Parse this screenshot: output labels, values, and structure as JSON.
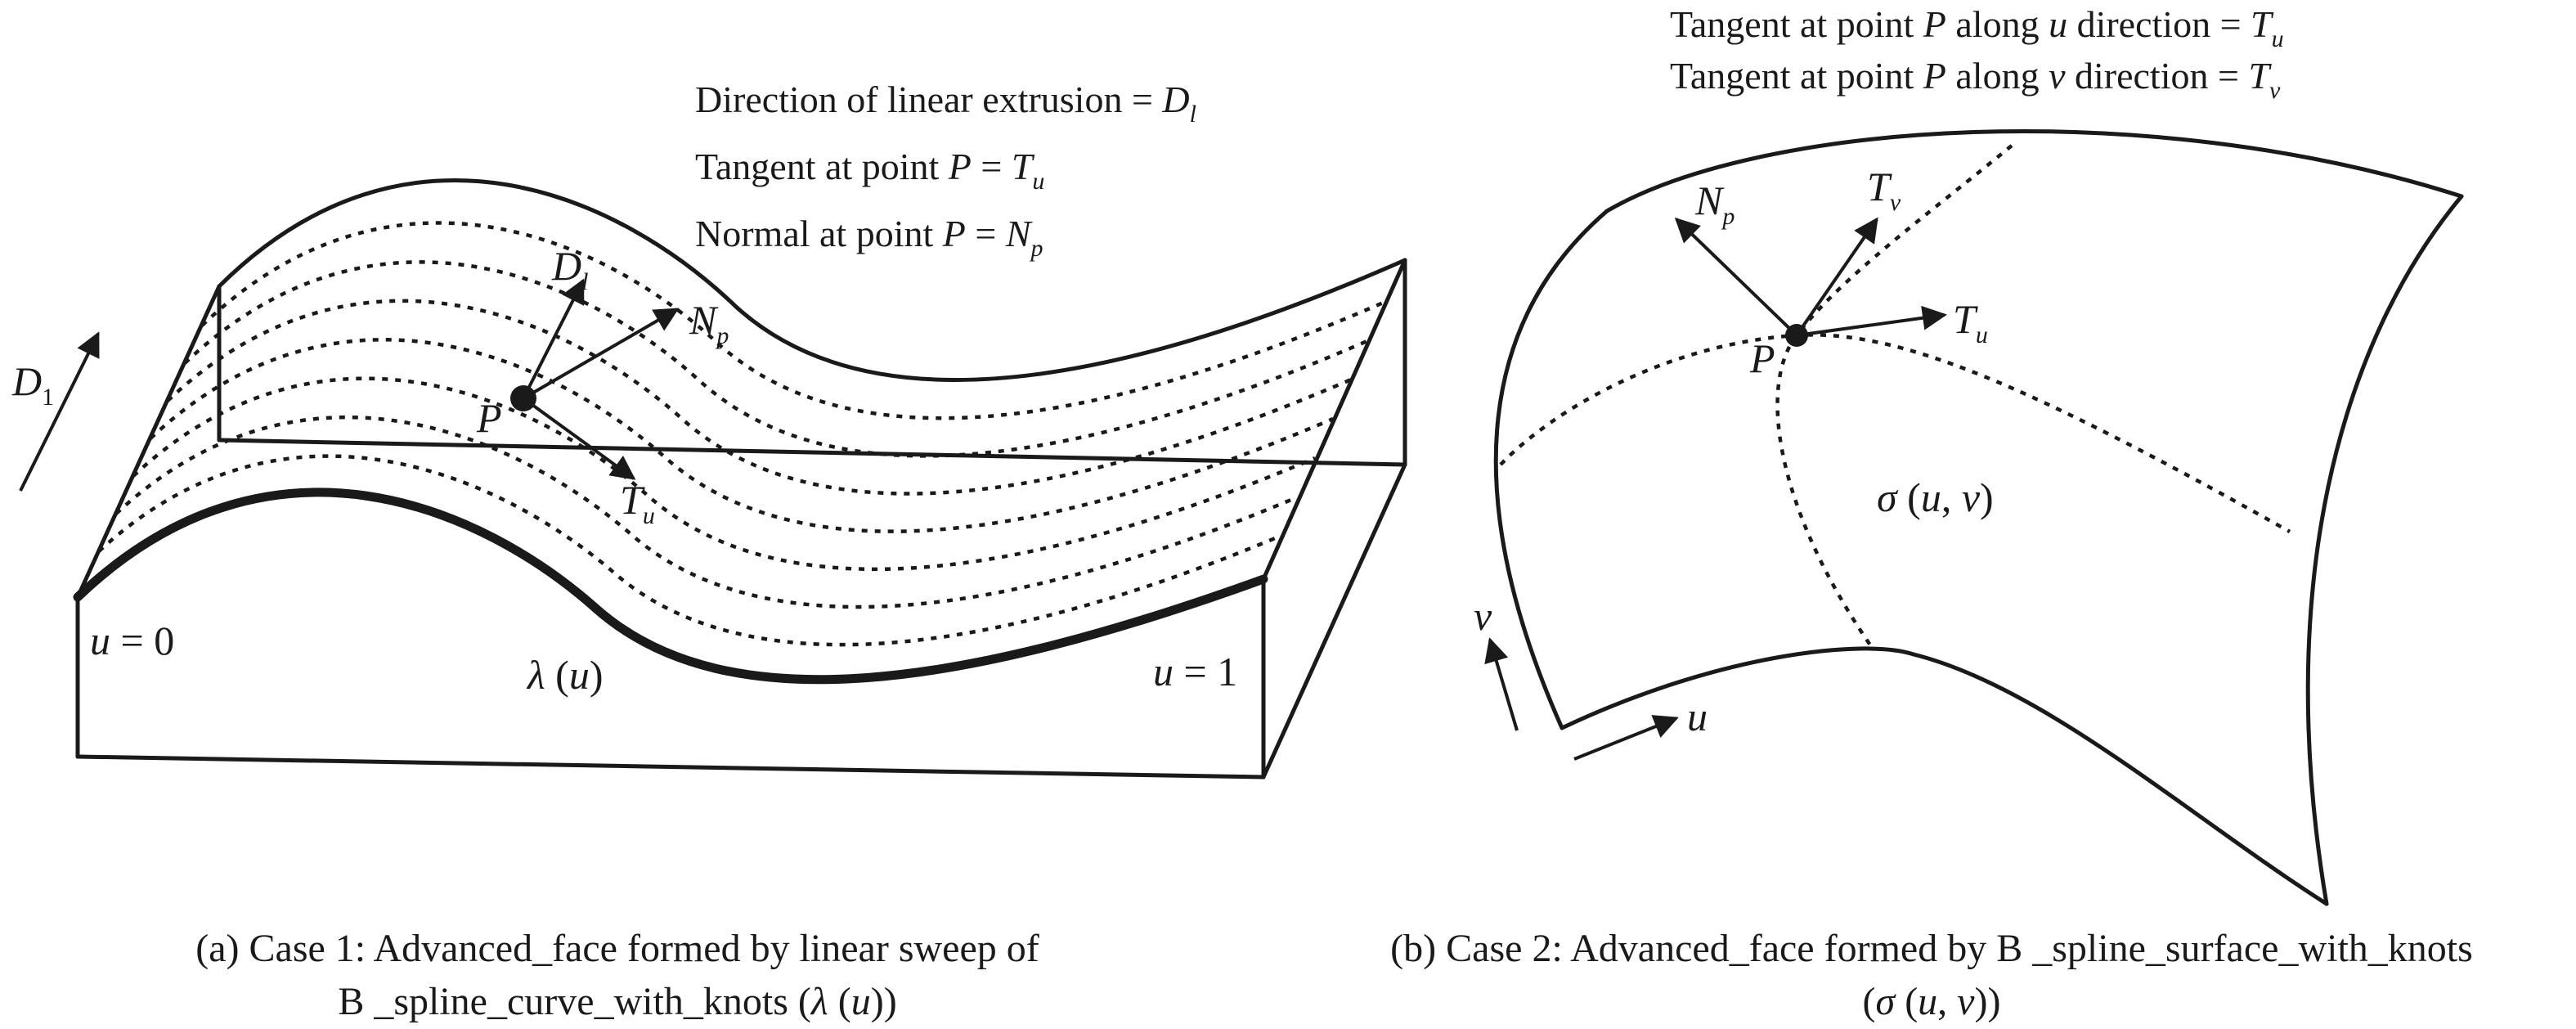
{
  "panel_a": {
    "legend": {
      "line1": {
        "text": "Direction of linear extrusion = ",
        "sym": "D",
        "sub": "l"
      },
      "line2": {
        "text": "Tangent at point ",
        "pt": "P",
        "eq": " = ",
        "sym": "T",
        "sub": "u"
      },
      "line3": {
        "text": "Normal at point ",
        "pt": "P",
        "eq": " = ",
        "sym": "N",
        "sub": "p"
      }
    },
    "labels": {
      "d_one": {
        "sym": "D",
        "sub": "1"
      },
      "d_l": {
        "sym": "D",
        "sub": "l"
      },
      "n_p": {
        "sym": "N",
        "sub": "p"
      },
      "t_u": {
        "sym": "T",
        "sub": "u"
      },
      "point": "P",
      "u0": {
        "sym": "u",
        "rest": " = 0"
      },
      "u1": {
        "sym": "u",
        "rest": " = 1"
      },
      "curve": {
        "sym": "λ",
        "open": " (",
        "arg": "u",
        "close": ")"
      }
    },
    "caption": {
      "line1": "(a) Case 1: Advanced_face formed by linear sweep of",
      "line2_text": "B _spline_curve_with_knots (",
      "line2_sym": "λ",
      "line2_open": " (",
      "line2_arg": "u",
      "line2_close": "))"
    }
  },
  "panel_b": {
    "legend": {
      "line1": {
        "text": "Tangent at point ",
        "pt": "P",
        "mid": " along ",
        "dir": "u",
        "tail": " direction = ",
        "sym": "T",
        "sub": "u"
      },
      "line2": {
        "text": "Tangent at point ",
        "pt": "P",
        "mid": " along ",
        "dir": "v",
        "tail": " direction = ",
        "sym": "T",
        "sub": "v"
      }
    },
    "labels": {
      "n_p": {
        "sym": "N",
        "sub": "p"
      },
      "t_v": {
        "sym": "T",
        "sub": "v"
      },
      "t_u": {
        "sym": "T",
        "sub": "u"
      },
      "point": "P",
      "surface": {
        "sym": "σ",
        "open": " (",
        "u": "u",
        "comma": ", ",
        "v": "v",
        "close": ")"
      },
      "axis_u": "u",
      "axis_v": "v"
    },
    "caption": {
      "line1": "(b) Case 2: Advanced_face formed by B _spline_surface_with_knots",
      "line2_open": "(",
      "line2_sym": "σ",
      "line2_mid": " (",
      "line2_u": "u",
      "line2_comma": ", ",
      "line2_v": "v",
      "line2_close": "))"
    }
  }
}
